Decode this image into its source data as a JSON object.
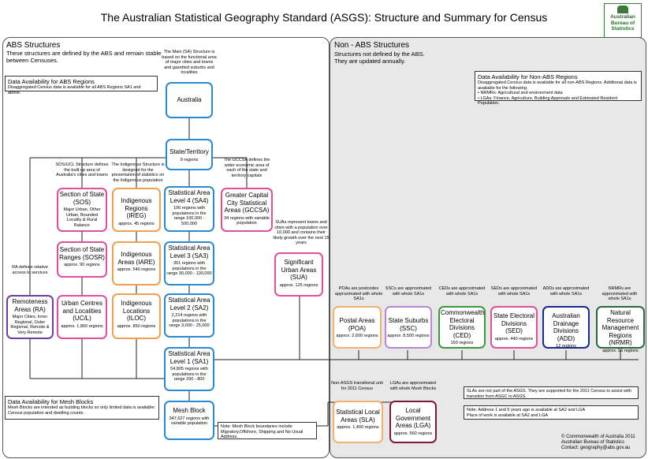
{
  "title": "The Australian Statistical Geography Standard (ASGS): Structure and Summary for Census",
  "logo": {
    "line1": "Australian",
    "line2": "Bureau of",
    "line3": "Statistics"
  },
  "left": {
    "heading": "ABS Structures",
    "subtitle": "These structures are defined by the ABS and remain stable between Censuses.",
    "avail_head": "Data Availability for ABS Regions",
    "avail_text": "Disaggregated Census data is available for all ABS Regions SA1 and above.",
    "mesh_head": "Data Availability for Mesh Blocks",
    "mesh_text": "Mesh Blocks are intended as building blocks so only limited data is available: Census population and dwelling counts.",
    "mesh_note": "Note: Mesh Block boundaries include Migratory,Offshore, Shipping and No Usual Address."
  },
  "right": {
    "heading": "Non - ABS Structures",
    "subtitle": "Structures not defined by the ABS. They are updated annually.",
    "avail_head": "Data Availability for Non-ABS Regions",
    "avail_lines": [
      "Disaggregated Census data is available for all non-ABS Regions. Additional data is",
      "available for the following:",
      "• NRMRs: Agricultural and environment data",
      "• LGAs: Finance, Agriculture, Building Approvals and Estimated Resident Population."
    ],
    "sla_note": "SLAs are not part of the ASGS. They are supported for the 2011 Census to assist with transition from ASGC to ASGS.",
    "addr_note1": "Note: Address 1 and 5 years ago is available at SA2 and LGA",
    "addr_note2": "Place of work is available at SA2 and LGA",
    "copyright1": "© Commonwealth of Australia 2011",
    "copyright2": "Australian Bureau of Statistics",
    "copyright3": "Contact: geography@abs.gov.au"
  },
  "notes": {
    "main": "The Main (SA) Structure is based on the functional area of major cities and towns and gazetted suburbs and localities",
    "sos": "SOS/UCL Structure defines the built up area of Australia's cities and towns",
    "indig": "The Indigenous Structure is designed for the presentation of statistics on the Indigenous population",
    "gccsa": "The GCCSA defines the wider economic area of each of the state and territory capitals",
    "sua": "SUAs represent towns and cities with a population over 10,000 and contains their likely growth over the next 15 years",
    "ra": "RA defines relative access to services",
    "poa": "POAs are postcodes approximated with whole SA1s",
    "ssc": "SSCs are approximated with whole SA1s",
    "ced": "CEDs are approximated with whole SA1s",
    "sed": "SEDs are approximated with whole SA1s",
    "add": "ADDs are approximated with whole SA1s",
    "nrmr": "NRMRs are approximated with whole SA1s",
    "sla": "Non-ASGS transitional unit for 2011 Census",
    "lga": "LGAs are approximated with whole Mesh Blocks"
  },
  "boxes": {
    "australia": {
      "title": "Australia"
    },
    "ste": {
      "title": "State/Territory",
      "sub": "9 regions"
    },
    "sa4": {
      "title": "Statistical Area Level 4 (SA4)",
      "sub": "106 regions with populations in the range 100,000 - 500,000"
    },
    "sa3": {
      "title": "Statistical Area Level 3 (SA3)",
      "sub": "351 regions with populations in the range 30,000 - 130,000"
    },
    "sa2": {
      "title": "Statistical Area Level 2 (SA2)",
      "sub": "2,214 regions with populations in the range 3,000 - 25,000"
    },
    "sa1": {
      "title": "Statistical Area Level 1 (SA1)",
      "sub": "54,805 regions with populations in the range 200 - 800"
    },
    "mb": {
      "title": "Mesh Block",
      "sub": "347,627 regions with variable population"
    },
    "sos": {
      "title": "Section of State (SOS)",
      "sub": "Major Urban, Other Urban, Bounded Locality & Rural Balance"
    },
    "sosr": {
      "title": "Section of State Ranges (SOSR)",
      "sub": "approx. 90 regions"
    },
    "ucl": {
      "title": "Urban Centres and Localities (UC/L)",
      "sub": "approx. 1,800 regions"
    },
    "ireg": {
      "title": "Indigenous Regions (IREG)",
      "sub": "approx. 45 regions"
    },
    "iare": {
      "title": "Indigenous Areas (IARE)",
      "sub": "approx. 540 regions"
    },
    "iloc": {
      "title": "Indigenous Locations (ILOC)",
      "sub": "approx. 850 regions"
    },
    "gccsa": {
      "title": "Greater Capital City Statistical Areas (GCCSA)",
      "sub": "34 regions with variable population"
    },
    "sua": {
      "title": "Significant Urban Areas (SUA)",
      "sub": "approx. 125 regions"
    },
    "ra": {
      "title": "Remoteness Areas (RA)",
      "sub": "Major Cities, Inner Regional, Outer Regional, Remote & Very Remote"
    },
    "poa": {
      "title": "Postal Areas (POA)",
      "sub": "approx. 2,600 regions"
    },
    "ssc": {
      "title": "State Suburbs (SSC)",
      "sub": "approx. 8,500 regions"
    },
    "ced": {
      "title": "Commonwealth Electoral Divisions (CED)",
      "sub": "150 regions"
    },
    "sed": {
      "title": "State Electoral Divisions (SED)",
      "sub": "approx. 440 regions"
    },
    "add": {
      "title": "Australian Drainage Divisions (ADD)",
      "sub": "12 regions"
    },
    "nrmr": {
      "title": "Natural Resource Management Regions (NRMR)",
      "sub": "approx. 56 regions"
    },
    "sla": {
      "title": "Statistical Local Areas (SLA)",
      "sub": "approx. 1,400 regions"
    },
    "lga": {
      "title": "Local Government Areas (LGA)",
      "sub": "approx. 560 regions"
    }
  }
}
